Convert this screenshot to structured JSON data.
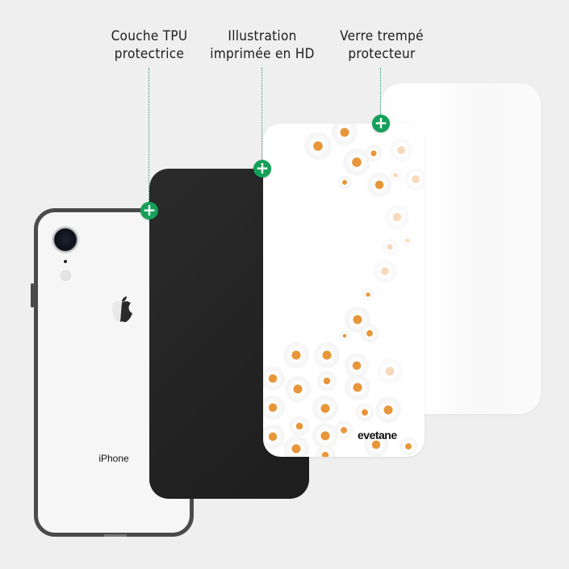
{
  "labels": [
    {
      "id": "tpu",
      "line1": "Couche TPU",
      "line2": "protectrice"
    },
    {
      "id": "illustration",
      "line1": "Illustration",
      "line2": "imprimée en HD"
    },
    {
      "id": "glass",
      "line1": "Verre trempé",
      "line2": "protecteur"
    }
  ],
  "phone": {
    "model_text": "iPhone"
  },
  "illustration": {
    "brand": "evetane"
  },
  "icons": {
    "plus": "+"
  },
  "colors": {
    "background": "#efefef",
    "accent_green": "#14a05a",
    "tpu_black": "#222222",
    "daisy_center": "#e8963a"
  }
}
